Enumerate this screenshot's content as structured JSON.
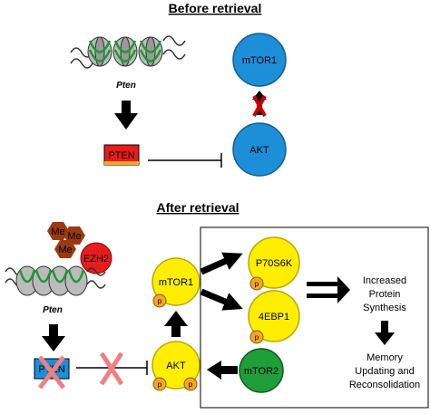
{
  "headings": {
    "before": "Before retrieval",
    "after": "After retrieval"
  },
  "before": {
    "gene_label": "Pten",
    "pten_box": "PTEN",
    "mtor1": "mTOR1",
    "akt": "AKT"
  },
  "after": {
    "gene_label": "Pten",
    "pten_box": "PTEN",
    "me_labels": [
      "Me",
      "Me",
      "Me"
    ],
    "ezh2": "EZH2",
    "mtor1": "mTOR1",
    "akt": "AKT",
    "p70s6k": "P70S6K",
    "ebp1": "4EBP1",
    "mtor2": "mTOR2",
    "phospho": "p",
    "increased_lines": [
      "Increased",
      "Protein",
      "Synthesis"
    ],
    "memory_lines": [
      "Memory",
      "Updating and",
      "Reconsolidation"
    ]
  },
  "colors": {
    "blue": "#1c8fd8",
    "yellow": "#ffee00",
    "green": "#1f9e3a",
    "red": "#e81c1c",
    "brown": "#9a3a10",
    "orange": "#f5a623",
    "pink_cross": "#f08080",
    "dark_red_cross": "#cc0000",
    "histone": "#aaaaaa",
    "dna": "#1a9a30"
  }
}
